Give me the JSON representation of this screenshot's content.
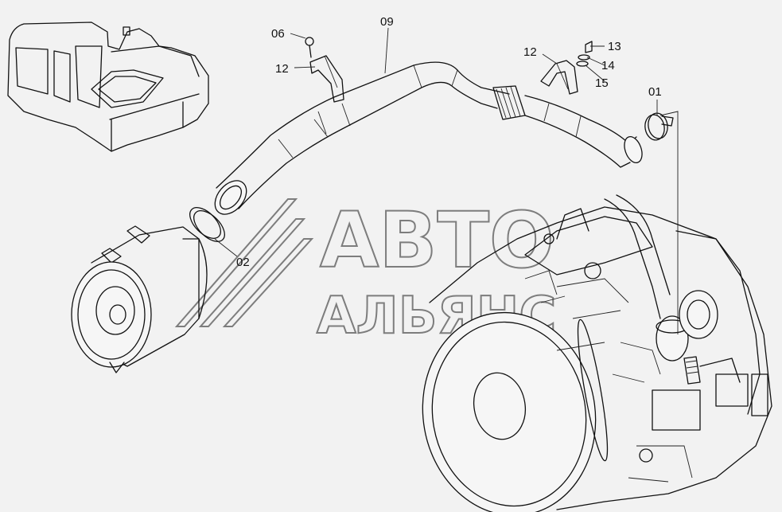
{
  "callouts": {
    "p06": "06",
    "p09": "09",
    "p12a": "12",
    "p12b": "12",
    "p13": "13",
    "p14": "14",
    "p15": "15",
    "p01": "01",
    "p02": "02"
  },
  "watermark": {
    "line1": "АВТО",
    "line2": "АЛЬЯНС"
  },
  "colors": {
    "background": "#f2f2f2",
    "line": "#111111",
    "watermark": "#7d7d7d"
  }
}
